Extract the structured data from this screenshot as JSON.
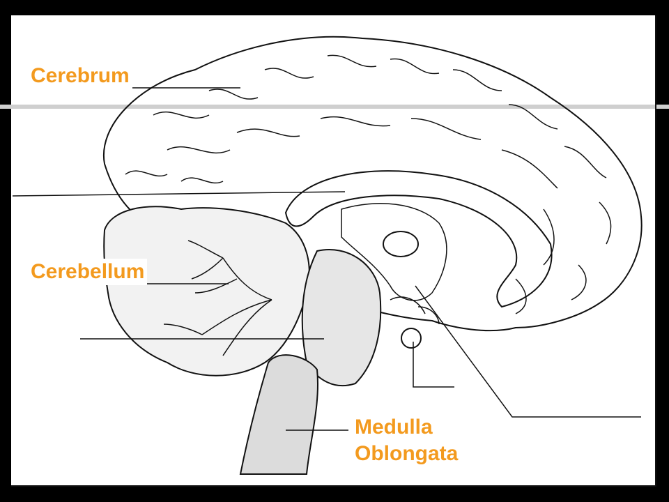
{
  "labels": {
    "cerebrum": "Cerebrum",
    "cerebellum": "Cerebellum",
    "medulla_line1": "Medulla",
    "medulla_line2": "Oblongata"
  },
  "colors": {
    "label": "#F39A1E",
    "line": "#111111",
    "slide_background": "#000000"
  },
  "icons": {
    "diagram": "brain-midsagittal-section"
  }
}
